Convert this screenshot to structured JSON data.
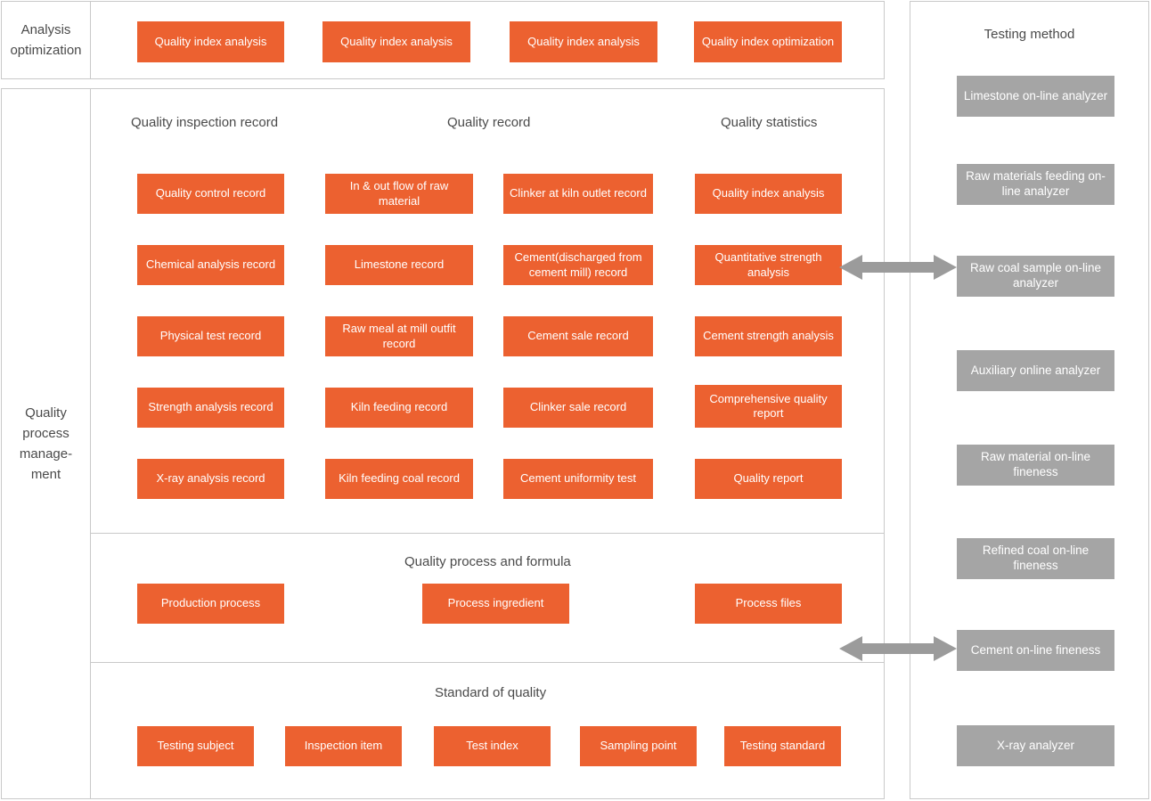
{
  "colors": {
    "accent_orange": "#EC6130",
    "gray_box": "#A5A5A5",
    "border": "#c9c9c9",
    "text": "#4a4a4a",
    "arrow": "#9b9b9b"
  },
  "rows": {
    "analysis_optimization_label": "Analysis optimization",
    "quality_process_management_label": "Quality process manage- ment"
  },
  "analysis_optimization": {
    "boxes": [
      "Quality index analysis",
      "Quality index analysis",
      "Quality index analysis",
      "Quality index optimization"
    ]
  },
  "quality_process_management": {
    "headings": {
      "inspection_record": "Quality inspection record",
      "quality_record": "Quality record",
      "quality_statistics": "Quality statistics",
      "process_formula": "Quality process and formula",
      "standard_of_quality": "Standard of quality"
    },
    "grid": {
      "col_inspection_record": [
        "Quality control record",
        "Chemical analysis record",
        "Physical test record",
        "Strength analysis record",
        "X-ray analysis record"
      ],
      "col_quality_record_a": [
        "In & out flow of raw material",
        "Limestone record",
        "Raw meal at mill outfit record",
        "Kiln feeding record",
        "Kiln feeding coal record"
      ],
      "col_quality_record_b": [
        "Clinker at kiln outlet record",
        "Cement(discharged from cement mill) record",
        "Cement sale record",
        "Clinker sale record",
        "Cement uniformity test"
      ],
      "col_quality_statistics": [
        "Quality index analysis",
        "Quantitative strength analysis",
        "Cement strength analysis",
        "Comprehensive quality report",
        "Quality report"
      ]
    },
    "process_formula_boxes": [
      "Production process",
      "Process ingredient",
      "Process files"
    ],
    "standard_of_quality_boxes": [
      "Testing subject",
      "Inspection item",
      "Test index",
      "Sampling point",
      "Testing standard"
    ]
  },
  "testing_method": {
    "title": "Testing method",
    "items": [
      "Limestone  on-line analyzer",
      "Raw materials feeding on-line analyzer",
      "Raw coal sample on-line analyzer",
      "Auxiliary online analyzer",
      "Raw material on-line fineness",
      "Refined coal on-line fineness",
      "Cement on-line fineness",
      "X-ray analyzer"
    ]
  }
}
